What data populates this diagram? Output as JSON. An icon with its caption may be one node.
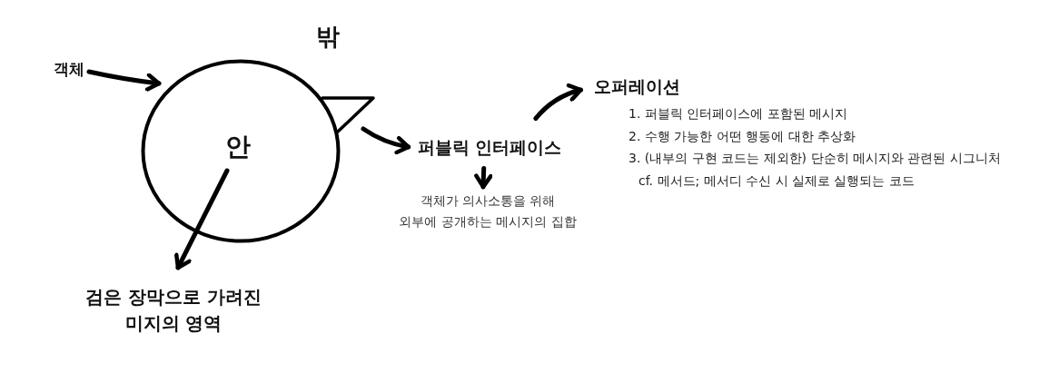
{
  "diagram": {
    "nodes": [
      {
        "text": [
          "객체"
        ]
      },
      {
        "text": [
          "안"
        ]
      },
      {
        "text": [],
        "shape": "triangle"
      },
      {
        "text": [
          "검은 장막으로 가려진 미지의 영역"
        ]
      },
      {
        "text": [
          "퍼블릭 인터페이스"
        ]
      },
      {
        "text": [
          "객체가 의사소통을 위해 외부에 공개하는 메시지의 집합"
        ]
      },
      {
        "text": [
          "오퍼레이션"
        ],
        "beside": [
          "1. 퍼블릭 인터페이스에 포함된 메시지",
          "2. 수행 가능한 어떤 행동에 대한 추상화",
          "3. (내부의 구현 코드는 제외한) 단순히 메시지와 관련된 시그니처",
          "cf. 메서드; 메서디 수신 시 실제로 실행되는 코드"
        ]
      }
    ],
    "edges": [
      {
        "from": 0,
        "to": 1,
        "arrow": "to"
      },
      {
        "from": 1,
        "to": 3,
        "arrow": "to"
      },
      {
        "from": 2,
        "to": 4,
        "arrow": "to"
      },
      {
        "from": 4,
        "to": 5,
        "arrow": "to"
      },
      {
        "from": 4,
        "to": 6,
        "arrow": "to"
      }
    ],
    "labels": [
      "밖"
    ]
  }
}
